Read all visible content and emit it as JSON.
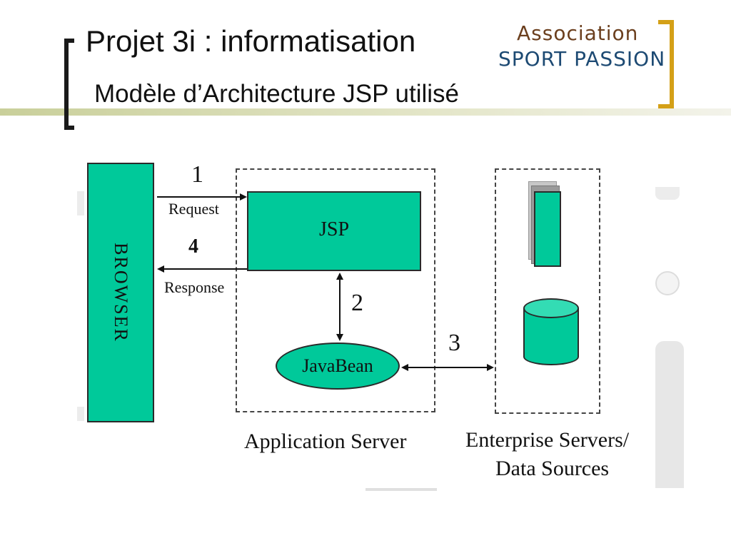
{
  "header": {
    "title": "Projet 3i : informatisation",
    "subtitle": "Modèle d’Architecture JSP utilisé",
    "logo_line1": "Association",
    "logo_line2": "SPORT PASSION",
    "accent_bracket_color": "#d4a017",
    "bar_color": "#c9cf9a"
  },
  "diagram": {
    "node_color": "#00c99a",
    "browser_label": "BROWSER",
    "jsp_label": "JSP",
    "javabean_label": "JavaBean",
    "step_1": "1",
    "request_label": "Request",
    "step_4": "4",
    "response_label": "Response",
    "step_2": "2",
    "step_3": "3",
    "app_server_label": "Application Server",
    "enterprise_label_line1": "Enterprise Servers/",
    "enterprise_label_line2": "Data Sources"
  }
}
